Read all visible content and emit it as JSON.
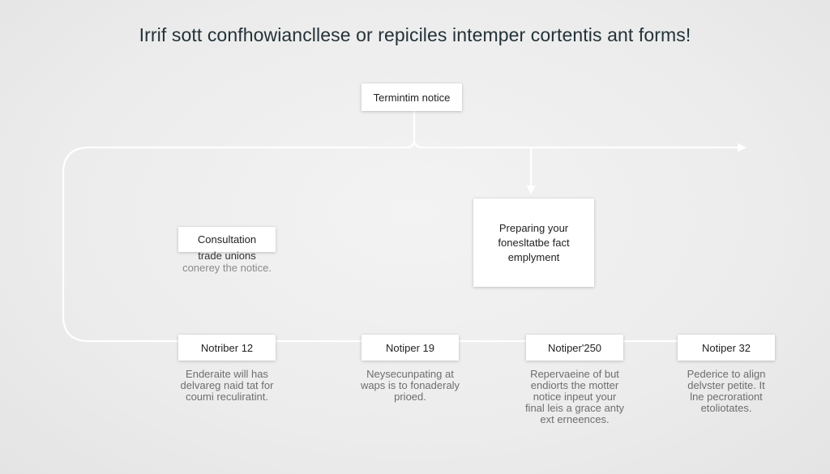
{
  "title": "Irrif sott confhowiancllese or repiciles intemper cortentis ant forms!",
  "top_node": {
    "label": "Termintim notice"
  },
  "consultation": {
    "label": "Consultation",
    "line2": "trade unions",
    "line3": "conerey the notice."
  },
  "preparing": {
    "lines": [
      "Preparing your",
      "fonesltatbe fact",
      "emplyment"
    ]
  },
  "steps": [
    {
      "label": "Notriber 12",
      "caption": [
        "Enderaite will has",
        "delvareg naid tat for",
        "coumi reculiratint."
      ]
    },
    {
      "label": "Notiper 19",
      "caption": [
        "Neysecunpating at",
        "waps is to fonaderaly",
        "prioed."
      ]
    },
    {
      "label": "Notiper'250",
      "caption": [
        "Repervaeine of but",
        "endiorts the motter",
        "notice inpeut your",
        "final leis a grace anty",
        "ext erneences."
      ]
    },
    {
      "label": "Notiper 32",
      "caption": [
        "Pederice to align",
        "delvster petite. It",
        "lne pecrorationt",
        "etoliotates."
      ]
    }
  ],
  "colors": {
    "background": "#ececec",
    "connector": "#ffffff",
    "node_fill": "#ffffff",
    "title": "#243238",
    "caption": "#6e6e6e"
  }
}
